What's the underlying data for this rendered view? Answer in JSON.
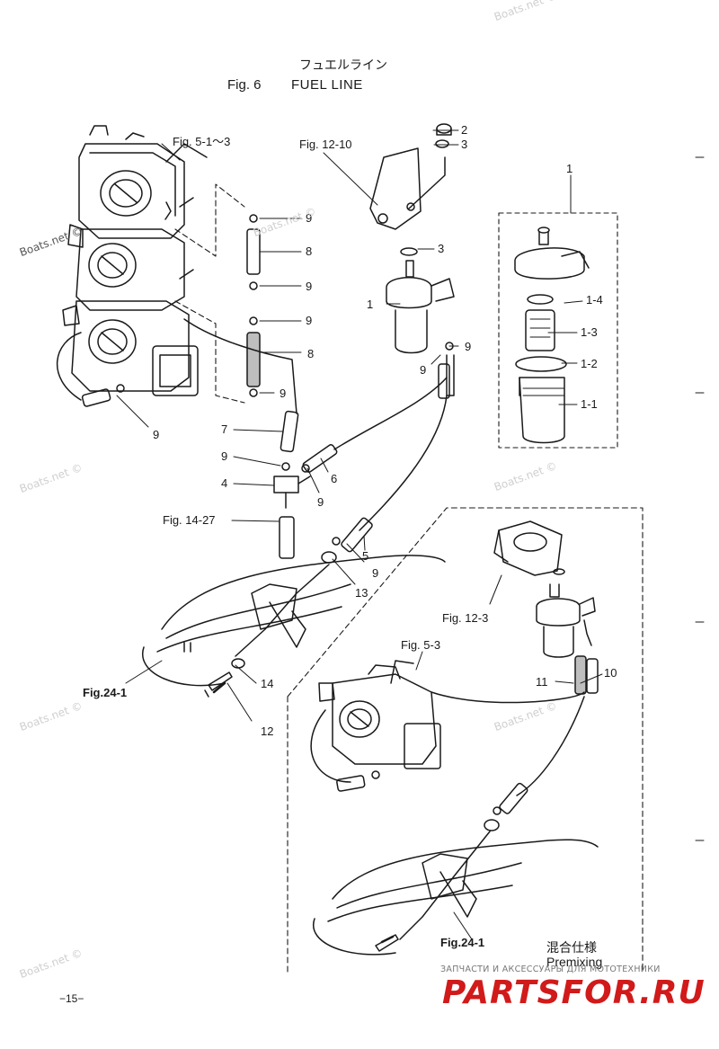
{
  "title": {
    "jp": "フュエルライン",
    "fig": "Fig. 6",
    "name": "FUEL LINE"
  },
  "refs": {
    "fig5_1_3": "Fig. 5-1〜3",
    "fig12_10": "Fig. 12-10",
    "fig14_27": "Fig. 14-27",
    "fig24_1_a": "Fig.24-1",
    "fig12_3": "Fig. 12-3",
    "fig5_3": "Fig. 5-3",
    "fig24_1_b": "Fig.24-1"
  },
  "parts": {
    "p1_group": "1",
    "p2": "2",
    "p3_a": "3",
    "p3_b": "3",
    "p1": "1",
    "p1_4": "1-4",
    "p1_3": "1-3",
    "p1_2": "1-2",
    "p1_1": "1-1",
    "p9_a": "9",
    "p8_a": "8",
    "p9_b": "9",
    "p9_c": "9",
    "p8_b": "8",
    "p9_d": "9",
    "p9_e": "9",
    "p9_f": "9",
    "p9_g": "9",
    "p7": "7",
    "p9_h": "9",
    "p4": "4",
    "p6": "6",
    "p9_i": "9",
    "p5": "5",
    "p9_j": "9",
    "p13": "13",
    "p14": "14",
    "p12": "12",
    "p11": "11",
    "p10": "10"
  },
  "premixing": {
    "jp": "混合仕様",
    "en": "Premixing"
  },
  "watermark": "Boats.net ©",
  "page_number": "−15−",
  "shop": {
    "tagline": "ЗАПЧАСТИ И АКСЕССУАРЫ ДЛЯ МОТОТЕХНИКИ",
    "logo": "PARTSFOR.RU"
  }
}
